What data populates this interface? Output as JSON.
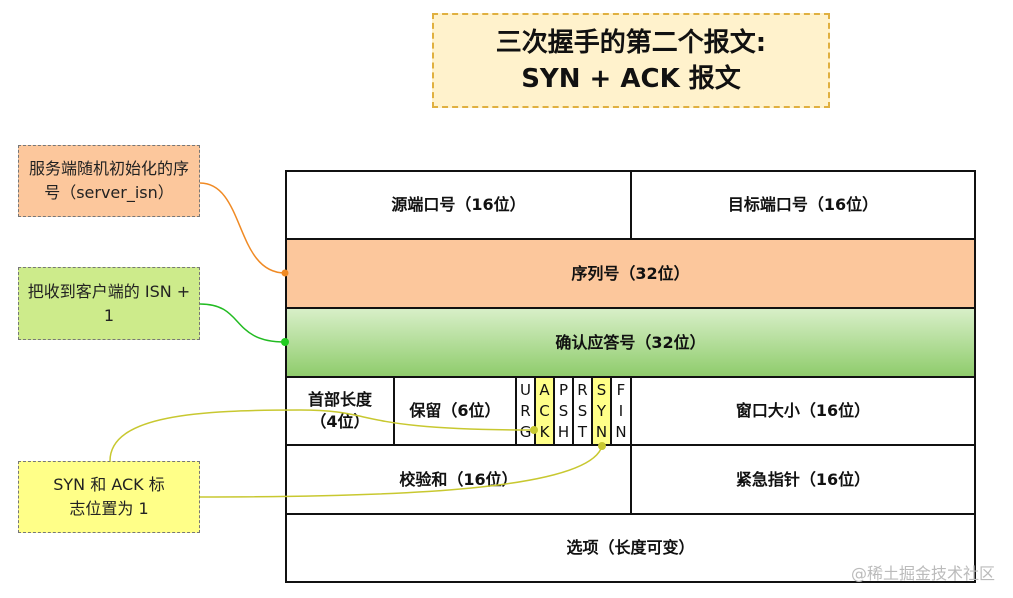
{
  "title": {
    "line1": "三次握手的第二个报文:",
    "line2": "SYN + ACK 报文"
  },
  "notes": {
    "server_isn": "服务端随机初始化的序号（server_isn）",
    "ack_isn": "把收到客户端的 ISN + 1",
    "flags": "SYN 和 ACK 标志位置为 1"
  },
  "header": {
    "src_port": "源端口号（16位）",
    "dst_port": "目标端口号（16位）",
    "seq": "序列号（32位）",
    "ack": "确认应答号（32位）",
    "hdr_len": "首部长度（4位）",
    "reserved": "保留（6位）",
    "flags": [
      {
        "l": [
          "U",
          "R",
          "G"
        ],
        "set": false
      },
      {
        "l": [
          "A",
          "C",
          "K"
        ],
        "set": true
      },
      {
        "l": [
          "P",
          "S",
          "H"
        ],
        "set": false
      },
      {
        "l": [
          "R",
          "S",
          "T"
        ],
        "set": false
      },
      {
        "l": [
          "S",
          "Y",
          "N"
        ],
        "set": true
      },
      {
        "l": [
          "F",
          "I",
          "N"
        ],
        "set": false
      }
    ],
    "window": "窗口大小（16位）",
    "checksum": "校验和（16位）",
    "urgent": "紧急指针（16位）",
    "options": "选项（长度可变）"
  },
  "watermark": "@稀土掘金技术社区",
  "colors": {
    "seq": "#fcc79c",
    "ack": "#9fd67e",
    "flag": "#ffff88"
  }
}
